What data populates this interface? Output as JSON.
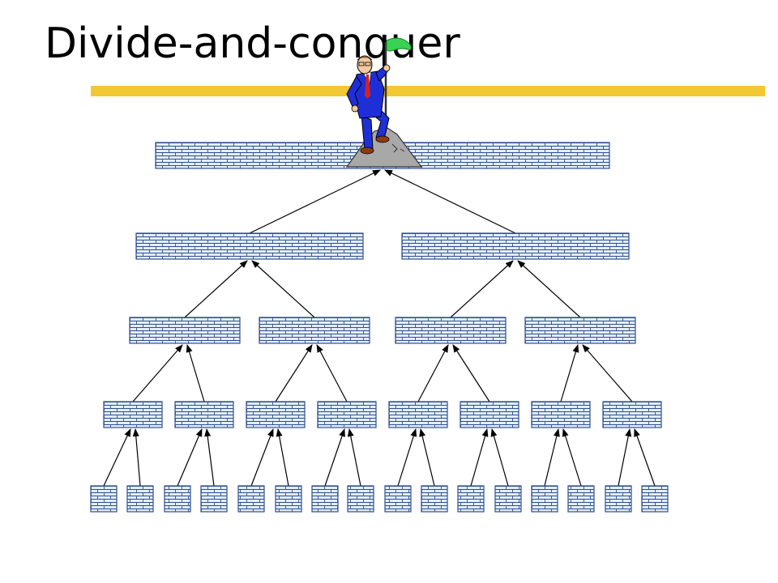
{
  "slide": {
    "title": "Divide-and-conquer"
  },
  "colors": {
    "accent_bar": "#f2c832",
    "wall_fill": "#e3eef9",
    "wall_lines": "#2f4f8f",
    "arrow": "#000000",
    "suit": "#1f2fd8",
    "flag": "#39d353",
    "rock": "#a8a8a8"
  },
  "diagram": {
    "type": "divide-and-conquer tree",
    "levels": [
      1,
      2,
      4,
      8,
      16
    ],
    "node_icon": "brick-wall-icon",
    "figure_icon": "climber-with-flag-icon"
  }
}
